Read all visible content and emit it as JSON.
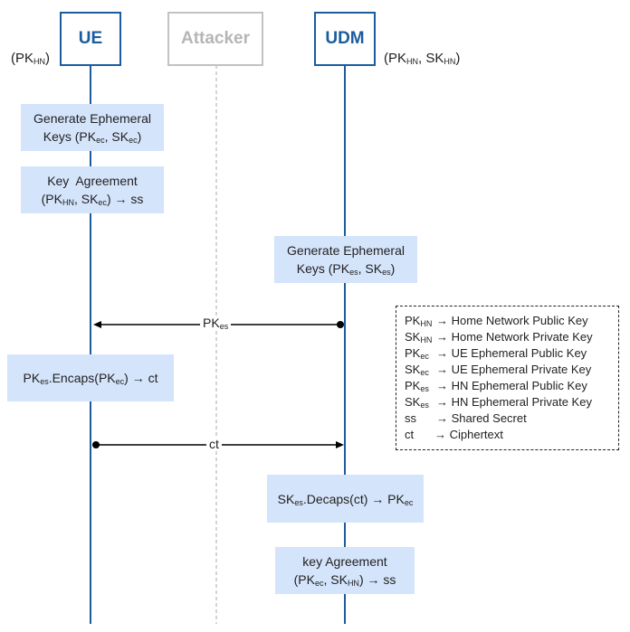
{
  "participants": {
    "ue": "UE",
    "attacker": "Attacker",
    "udm": "UDM"
  },
  "ue_keys": {
    "open": "(PK",
    "sub": "HN",
    "close": ")"
  },
  "udm_keys": {
    "open": "(PK",
    "sub1": "HN",
    "mid": ", SK",
    "sub2": "HN",
    "close": ")"
  },
  "steps": {
    "ue_gen": {
      "line1": "Generate Ephemeral",
      "l2a": "Keys (PK",
      "l2b": "ec",
      "l2c": ", SK",
      "l2d": "ec",
      "l2e": ")"
    },
    "ue_ka": {
      "line1": "Key  Agreement",
      "l2a": "(PK",
      "l2b": "HN",
      "l2c": ", SK",
      "l2d": "ec",
      "l2e": ") → ss"
    },
    "udm_gen": {
      "line1": "Generate Ephemeral",
      "l2a": "Keys (PK",
      "l2b": "es",
      "l2c": ", SK",
      "l2d": "es",
      "l2e": ")"
    },
    "ue_encaps": {
      "a": "PK",
      "b": "es",
      "c": ".Encaps(PK",
      "d": "ec",
      "e": ") → ct"
    },
    "udm_decaps": {
      "a": "SK",
      "b": "es",
      "c": ".Decaps(ct) → PK",
      "d": "ec"
    },
    "udm_ka": {
      "line1": "key Agreement",
      "l2a": "(PK",
      "l2b": "ec",
      "l2c": ", SK",
      "l2d": "HN",
      "l2e": ") → ss"
    }
  },
  "messages": {
    "pk_es": {
      "a": "PK",
      "b": "es"
    },
    "ct": "ct"
  },
  "legend": [
    {
      "term": "PK",
      "sub": "HN",
      "desc": "→ Home Network Public Key"
    },
    {
      "term": "SK",
      "sub": "HN",
      "desc": "→ Home Network Private Key"
    },
    {
      "term": "PK",
      "sub": "ec",
      "desc": "→ UE Ephemeral Public Key"
    },
    {
      "term": "SK",
      "sub": "ec",
      "desc": "→ UE Ephemeral Private Key"
    },
    {
      "term": "PK",
      "sub": "es",
      "desc": "→ HN Ephemeral Public Key"
    },
    {
      "term": "SK",
      "sub": "es",
      "desc": "→ HN Ephemeral Private Key"
    },
    {
      "term": "ss",
      "sub": "",
      "desc": "→ Shared Secret"
    },
    {
      "term": "ct",
      "sub": "",
      "desc": "→ Ciphertext"
    }
  ],
  "colors": {
    "accent": "#1b5c9e",
    "box_fill": "#d4e4fb",
    "ghost": "#b6b6b6"
  }
}
